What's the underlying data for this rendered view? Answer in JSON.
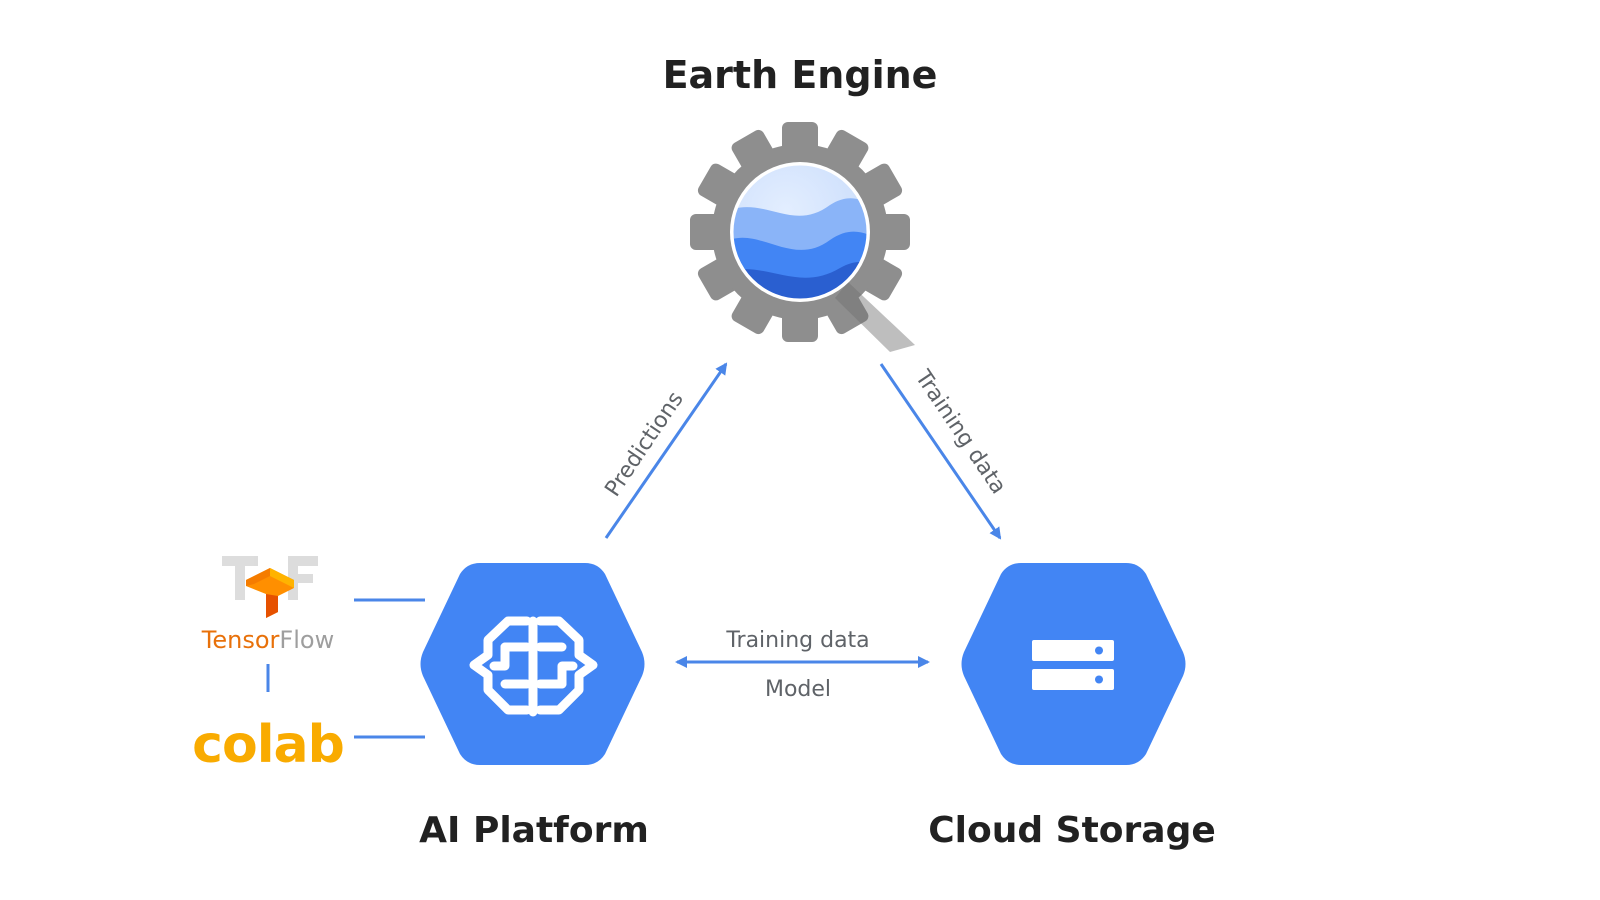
{
  "nodes": {
    "earth_engine": {
      "label": "Earth Engine",
      "icon": "earth-engine-gear-globe-icon"
    },
    "ai_platform": {
      "label": "AI Platform",
      "icon": "brain-icon"
    },
    "cloud_storage": {
      "label": "Cloud Storage",
      "icon": "storage-server-icon"
    }
  },
  "edges": {
    "predictions": "Predictions",
    "training_data_to_storage": "Training data",
    "training_data_between": "Training data",
    "model": "Model"
  },
  "tools": {
    "tensorflow": {
      "label_tensor": "Tensor",
      "label_flow": "Flow"
    },
    "colab": {
      "label": "colab"
    }
  },
  "colors": {
    "google_blue": "#4285f4",
    "arrow_blue": "#4a86e8",
    "gear_gray": "#8e8e8e",
    "text_dark": "#212121",
    "text_gray": "#5f6368",
    "tensorflow_orange": "#e8710a",
    "colab_yellow": "#f9ab00"
  }
}
